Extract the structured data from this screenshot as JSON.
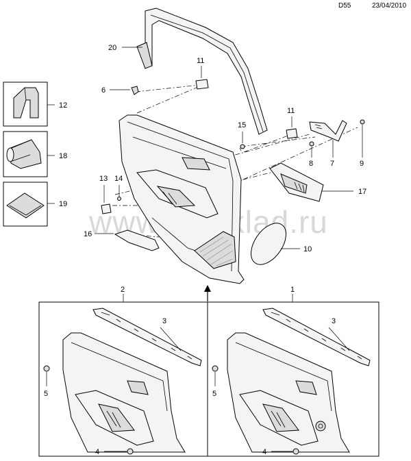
{
  "header": {
    "code": "D55",
    "date": "23/04/2010"
  },
  "watermark": "www.gmsklad.ru",
  "callouts": {
    "c1": "1",
    "c2": "2",
    "c3": "3",
    "c4": "4",
    "c5": "5",
    "c6": "6",
    "c7": "7",
    "c8": "8",
    "c9": "9",
    "c10": "10",
    "c11": "11",
    "c12": "12",
    "c13": "13",
    "c14": "14",
    "c15": "15",
    "c16": "16",
    "c17": "17",
    "c18": "18",
    "c19": "19",
    "c20": "20"
  }
}
